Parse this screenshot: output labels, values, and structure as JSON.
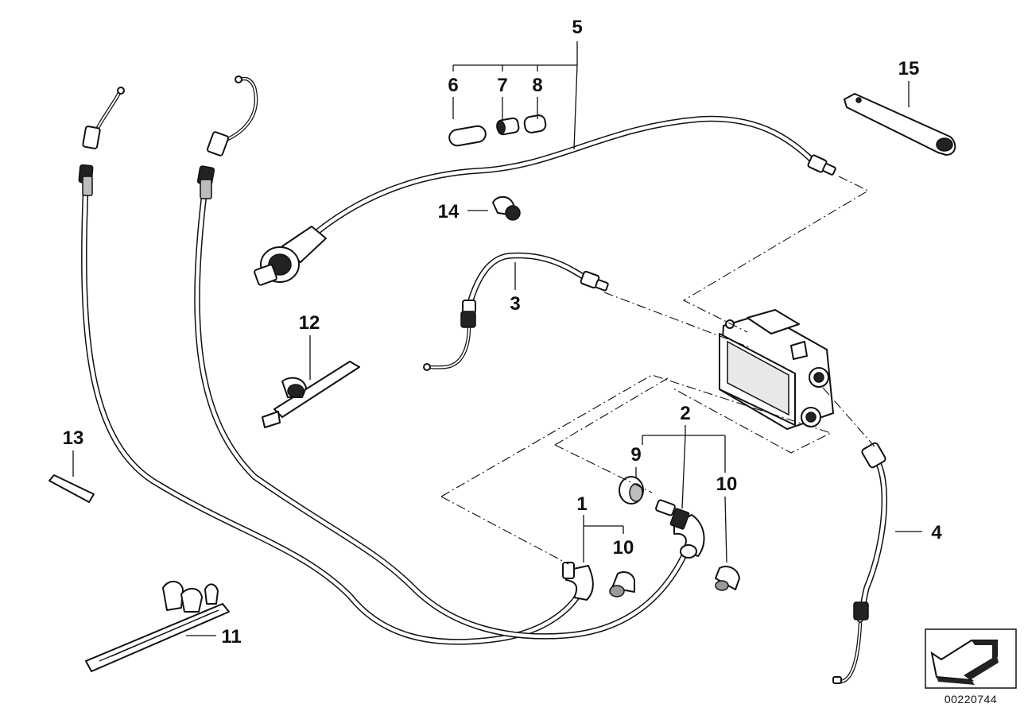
{
  "diagram": {
    "callouts": {
      "c1": "1",
      "c2": "2",
      "c3": "3",
      "c4": "4",
      "c5": "5",
      "c6": "6",
      "c7": "7",
      "c8": "8",
      "c9": "9",
      "c10a": "10",
      "c10b": "10",
      "c11": "11",
      "c12": "12",
      "c13": "13",
      "c14": "14",
      "c15": "15"
    },
    "drawing_number": "00220744",
    "logo_icon": "arrow-logo-icon"
  }
}
